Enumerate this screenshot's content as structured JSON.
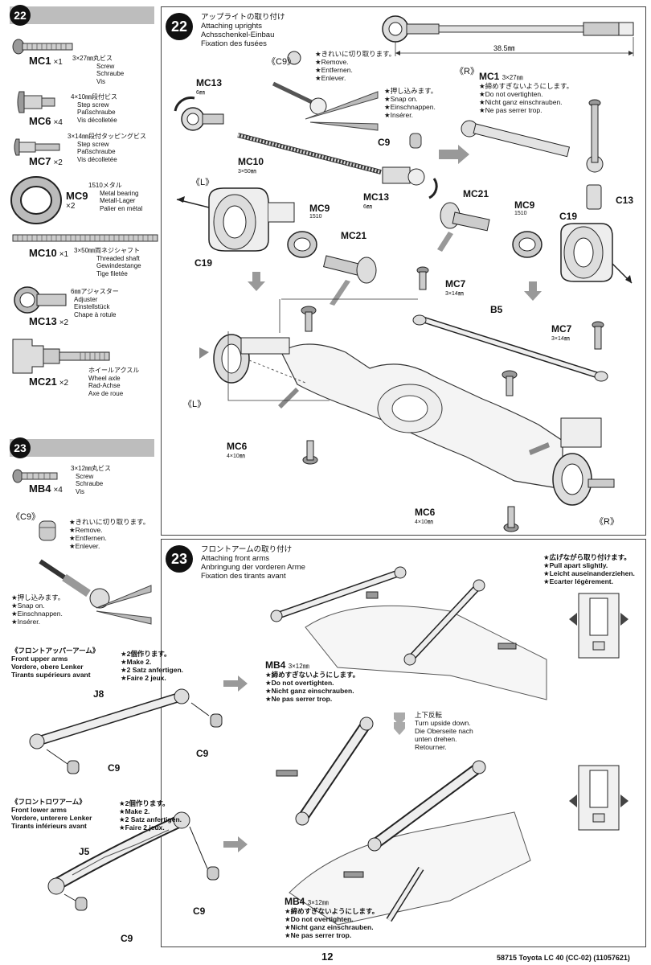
{
  "steps": {
    "s22_side": "22",
    "s23_side": "23",
    "s22_main": "22",
    "s23_main": "23"
  },
  "parts_22": [
    {
      "code": "MC1",
      "qty": "×1",
      "desc": [
        "3×27㎜丸ビス",
        "Screw",
        "Schraube",
        "Vis"
      ]
    },
    {
      "code": "MC6",
      "qty": "×4",
      "desc": [
        "4×10㎜段付ビス",
        "Step screw",
        "Paßschraube",
        "Vis décolletée"
      ]
    },
    {
      "code": "MC7",
      "qty": "×2",
      "desc": [
        "3×14㎜段付タッピングビス",
        "Step screw",
        "Paßschraube",
        "Vis décolletée"
      ]
    },
    {
      "code": "MC9",
      "qty": "×2",
      "desc": [
        "1510メタル",
        "Metal bearing",
        "Metall-Lager",
        "Palier en métal"
      ]
    },
    {
      "code": "MC10",
      "qty": "×1",
      "desc": [
        "3×50㎜両ネジシャフト",
        "Threaded shaft",
        "Gewindestange",
        "Tige filetée"
      ]
    },
    {
      "code": "MC13",
      "qty": "×2",
      "desc": [
        "6㎜アジャスター",
        "Adjuster",
        "Einstellstück",
        "Chape à rotule"
      ]
    },
    {
      "code": "MC21",
      "qty": "×2",
      "desc": [
        "ホイールアクスル",
        "Wheel axle",
        "Rad-Achse",
        "Axe de roue"
      ]
    }
  ],
  "parts_23": [
    {
      "code": "MB4",
      "qty": "×4",
      "desc": [
        "3×12㎜丸ビス",
        "Screw",
        "Schraube",
        "Vis"
      ]
    }
  ],
  "c9_side": {
    "label": "《C9》",
    "remove": [
      "★きれいに切り取ります。",
      "★Remove.",
      "★Entfernen.",
      "★Enlever."
    ],
    "snap": [
      "★押し込みます。",
      "★Snap on.",
      "★Einschnappen.",
      "★Insérer."
    ]
  },
  "step22": {
    "title": [
      "アップライトの取り付け",
      "Attaching uprights",
      "Achsschenkel-Einbau",
      "Fixation des fusées"
    ],
    "dimension": "38.5㎜",
    "c9_label": "《C9》",
    "c9_remove": [
      "★きれいに切り取ります。",
      "★Remove.",
      "★Entfernen.",
      "★Enlever."
    ],
    "c9_snap": [
      "★押し込みます。",
      "★Snap on.",
      "★Einschnappen.",
      "★Insérer."
    ],
    "r_label": "《R》",
    "l_label": "《L》",
    "mc1_note": [
      "MC1",
      "3×27㎜",
      "★締めすぎないようにします。",
      "★Do not overtighten.",
      "★Nicht ganz einschrauben.",
      "★Ne pas serrer trop."
    ],
    "labels": {
      "mc13a": "MC13",
      "mc13a_sub": "6㎜",
      "mc10": "MC10",
      "mc10_sub": "3×50㎜",
      "c9": "C9",
      "mc13b": "MC13",
      "mc13b_sub": "6㎜",
      "mc21a": "MC21",
      "mc9a": "MC9",
      "mc9a_sub": "1510",
      "c19a": "C19",
      "mc9b": "MC9",
      "mc9b_sub": "1510",
      "mc21b": "MC21",
      "c13": "C13",
      "c19b": "C19",
      "mc7a": "MC7",
      "mc7a_sub": "3×14㎜",
      "b5": "B5",
      "mc7b": "MC7",
      "mc7b_sub": "3×14㎜",
      "l2": "《L》",
      "mc6a": "MC6",
      "mc6a_sub": "4×10㎜",
      "mc6b": "MC6",
      "mc6b_sub": "4×10㎜",
      "r2": "《R》"
    }
  },
  "step23": {
    "title": [
      "フロントアームの取り付け",
      "Attaching front arms",
      "Anbringung der vorderen Arme",
      "Fixation des tirants avant"
    ],
    "pull_note": [
      "★広げながら取り付けます。",
      "★Pull apart slightly.",
      "★Leicht auseinanderziehen.",
      "★Ecarter légèrement."
    ],
    "upper_title": [
      "《フロントアッパーアーム》",
      "Front upper arms",
      "Vordere, obere Lenker",
      "Tirants supérieurs avant"
    ],
    "upper_make": [
      "★2個作ります。",
      "★Make 2.",
      "★2 Satz anfertigen.",
      "★Faire 2 jeux."
    ],
    "lower_title": [
      "《フロントロワアーム》",
      "Front lower arms",
      "Vordere, unterere Lenker",
      "Tirants inférieurs avant"
    ],
    "lower_make": [
      "★2個作ります。",
      "★Make 2.",
      "★2 Satz anfertigen.",
      "★Faire 2 jeux."
    ],
    "j8": "J8",
    "j5": "J5",
    "c9a": "C9",
    "c9b": "C9",
    "c9c": "C9",
    "c9d": "C9",
    "mb4_top": [
      "MB4",
      "3×12㎜",
      "★締めすぎないようにします。",
      "★Do not overtighten.",
      "★Nicht ganz einschrauben.",
      "★Ne pas serrer trop."
    ],
    "flip": [
      "上下反転",
      "Turn upside down.",
      "Die Oberseite nach",
      "unten drehen.",
      "Retourner."
    ],
    "mb4_bottom": [
      "MB4",
      "3×12㎜",
      "★締めすぎないようにします。",
      "★Do not overtighten.",
      "★Nicht ganz einschrauben.",
      "★Ne pas serrer trop."
    ]
  },
  "footer": {
    "page": "12",
    "model": "58715 Toyota LC 40 (CC-02) (11057621)"
  }
}
